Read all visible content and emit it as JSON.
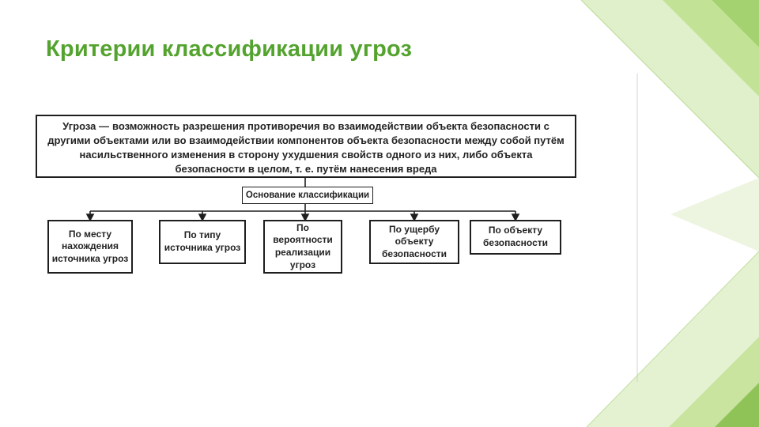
{
  "slide": {
    "title": "Критерии классификации угроз"
  },
  "diagram": {
    "definition_term": "Угроза —",
    "definition_body": "возможность разрешения противоречия во взаимодействии объекта безопасности с другими объектами или во взаимодействии компонентов объекта безопасности между собой путём насильственного изменения в сторону ухудшения свойств одного из них, либо объекта безопасности в целом, т. е. путём нанесения вреда",
    "branch_label": "Основание классификации",
    "categories": [
      "По месту нахождения источника угроз",
      "По типу источника угроз",
      "По вероятности реализации угроз",
      "По ущербу объекту безопасности",
      "По объекту безопасности"
    ]
  },
  "colors": {
    "title_green": "#54a32f",
    "diagram_ink": "#1e1e1e",
    "decoration_greens": [
      "#dff0ca",
      "#c2e295",
      "#a5d271",
      "#e4f2d2",
      "#c8e49e",
      "#8fc357"
    ]
  }
}
